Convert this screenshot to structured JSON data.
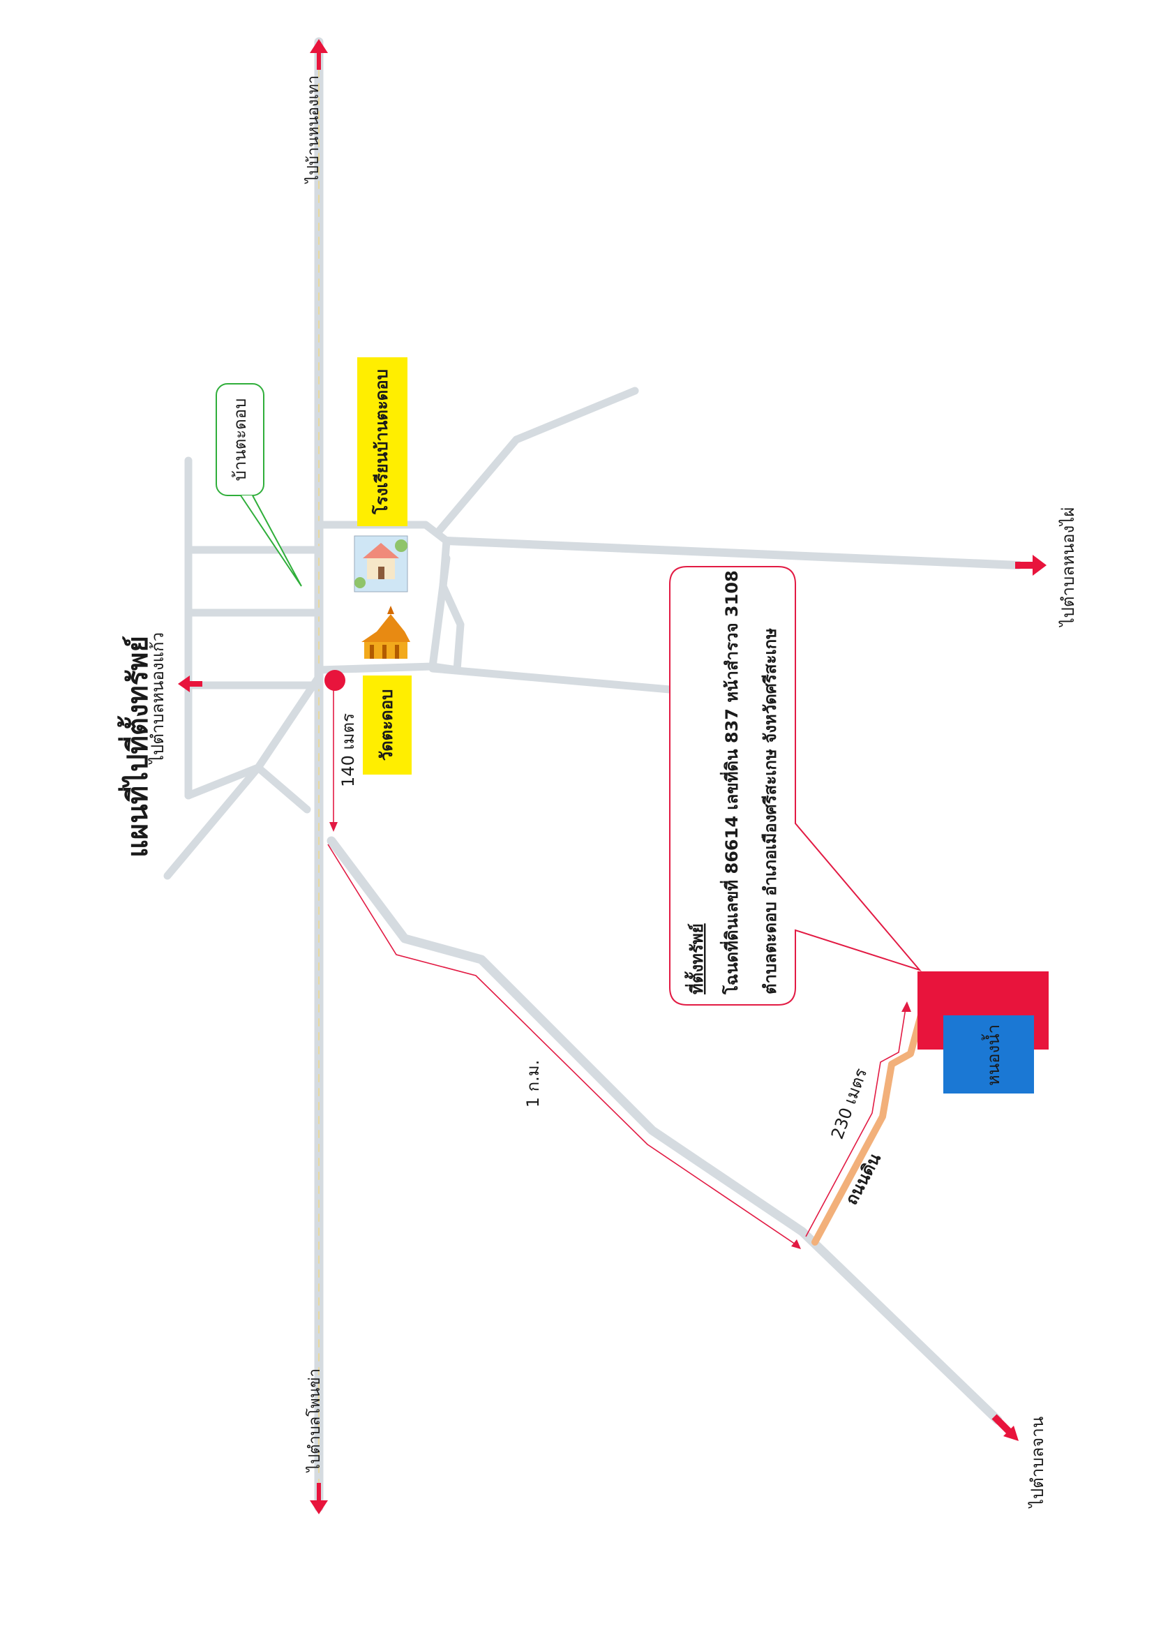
{
  "map": {
    "title": "แผนที่ไปที่ตั้งทรัพย์",
    "direction_labels": {
      "north": "ไปบ้านหนองเทา",
      "south": "ไปตำบลโพนข่า",
      "nongkaeo": "ไปตำบลหนองแก้ว",
      "nongkai": "ไปตำบลหนองไผ่",
      "jan": "ไปตำบลจาน"
    },
    "village_callout": "บ้านตะดอบ",
    "school_label": "โรงเรียนบ้านตะดอบ",
    "temple_label": "วัดตะดอบ",
    "distance_140": "140 เมตร",
    "distance_1km": "1 ก.ม.",
    "distance_230": "230 เมตร",
    "dirt_road": "ถนนดิน",
    "pond": "หนองน้ำ",
    "property_info": {
      "heading": "ที่ตั้งทรัพย์",
      "line1": "โฉนดที่ดินเลขที่ 86614 เลขที่ดิน 837 หน้าสำรวจ 3108",
      "line2": "ตำบลตะดอบ อำเภอเมืองศรีสะเกษ จังหวัดศรีสะเกษ"
    },
    "colors": {
      "road": "#d5dbe0",
      "arrow": "#e8143c",
      "distance_line": "#e21a43",
      "label_box": "#ffee00",
      "property": "#e8143c",
      "pond": "#1b78d4",
      "dirt_road": "#f2b07a",
      "callout_border": "#2fae3a",
      "info_border": "#e21a43"
    },
    "icons": {
      "temple": "temple-icon",
      "school": "school-icon",
      "location_pin": "location-pin-icon"
    }
  }
}
